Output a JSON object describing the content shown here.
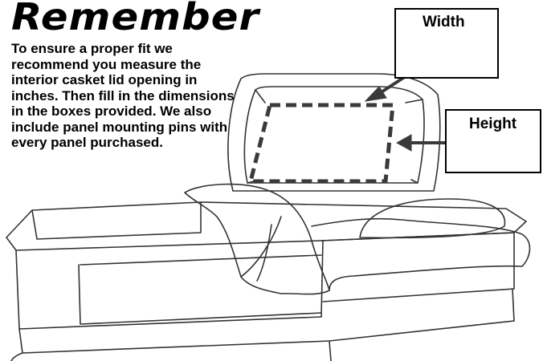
{
  "title": "Remember",
  "instructions": "To ensure a proper fit we recommend you measure the interior casket lid opening in inches. Then fill in the dimensions in the boxes provided. We also include panel mounting pins with every panel purchased.",
  "width_box": {
    "label": "Width"
  },
  "height_box": {
    "label": "Height"
  },
  "colors": {
    "ink": "#000000",
    "line": "#333333",
    "arrow": "#3a3a3a",
    "background": "#ffffff"
  },
  "icons": [
    "casket-illustration",
    "arrow-to-width",
    "arrow-to-height",
    "dashed-panel-outline"
  ]
}
